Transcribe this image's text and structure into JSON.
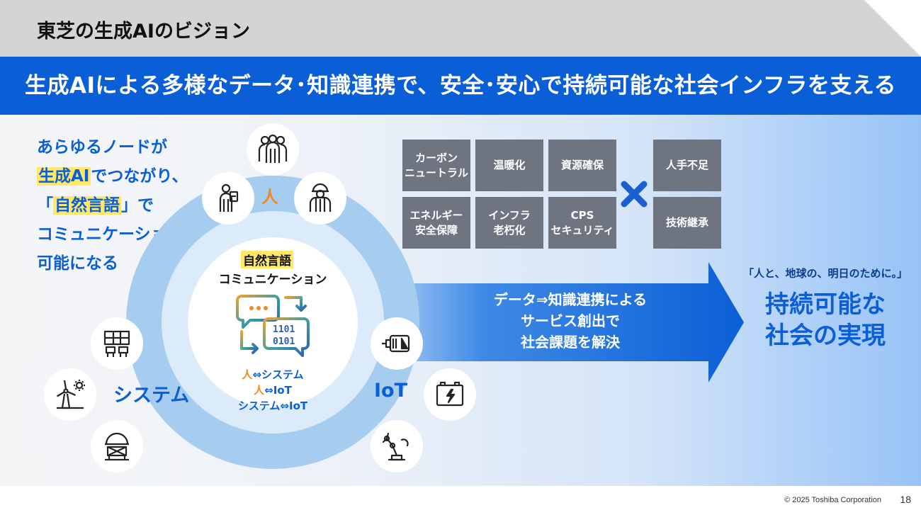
{
  "header": {
    "title": "東芝の生成AIのビジョン"
  },
  "banner": {
    "text": "生成AIによる多様なデータ･知識連携で、安全･安心で持続可能な社会インフラを支える"
  },
  "lead": {
    "line1": "あらゆるノードが",
    "line2_hl": "生成AI",
    "line2_rest": "でつながり、",
    "line3_open": "「",
    "line3_hl": "自然言語",
    "line3_rest": "」で",
    "line4": "コミュニケーションが",
    "line5": "可能になる"
  },
  "ring": {
    "title1": "自然言語",
    "title2": "コミュニケーション",
    "link1_a": "人",
    "link1_b": "⇔システム",
    "link2_a": "人",
    "link2_b": "⇔IoT",
    "link3": "システム⇔IoT"
  },
  "groups": {
    "person": "人",
    "system": "システム",
    "iot": "IoT"
  },
  "icons": {
    "person": [
      "people-group-icon",
      "worker-icon",
      "engineer-helmet-icon"
    ],
    "system": [
      "building-icon",
      "wind-turbine-icon",
      "substation-icon"
    ],
    "iot": [
      "motor-icon",
      "battery-icon",
      "robot-arm-icon"
    ],
    "center": "chat-data-exchange-icon"
  },
  "arrow": {
    "line1": "データ⇒知識連携による",
    "line2": "サービス創出で",
    "line3": "社会課題を解決"
  },
  "challenges": {
    "row1": [
      "カーボン\nニュートラル",
      "温暖化",
      "資源確保"
    ],
    "row2": [
      "エネルギー\n安全保障",
      "インフラ\n老朽化",
      "CPS\nセキュリティ"
    ],
    "right": [
      "人手不足",
      "技術継承"
    ]
  },
  "slogan": "「人と、地球の、明日のために。」",
  "goal": {
    "line1": "持続可能な",
    "line2": "社会の実現"
  },
  "footer": {
    "copyright": "© 2025 Toshiba Corporation",
    "page": "18"
  },
  "colors": {
    "brand_blue": "#0b5fd6",
    "accent_orange": "#f08a1e",
    "highlight_yellow": "#ffe76a",
    "tile_gray": "#6e7480"
  }
}
